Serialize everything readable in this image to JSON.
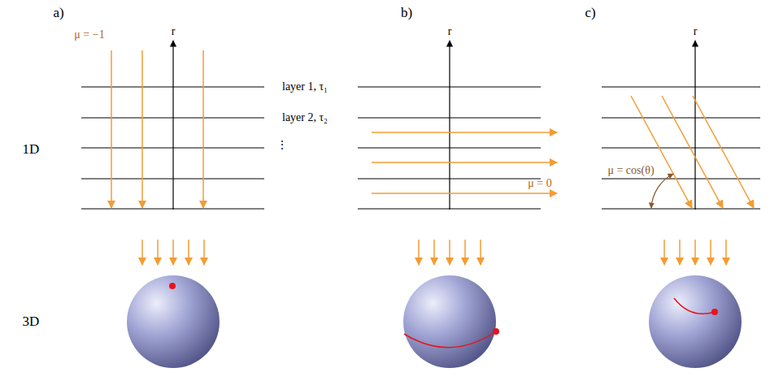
{
  "diagram": {
    "labels": [
      "a)",
      "b)",
      "c)",
      "1D",
      "3D",
      "r",
      "r",
      "r",
      "μ = −1",
      "layer 1, τ₁",
      "layer 2, τ₂",
      "⋮",
      "μ = 0",
      "μ = cos(θ)"
    ]
  }
}
